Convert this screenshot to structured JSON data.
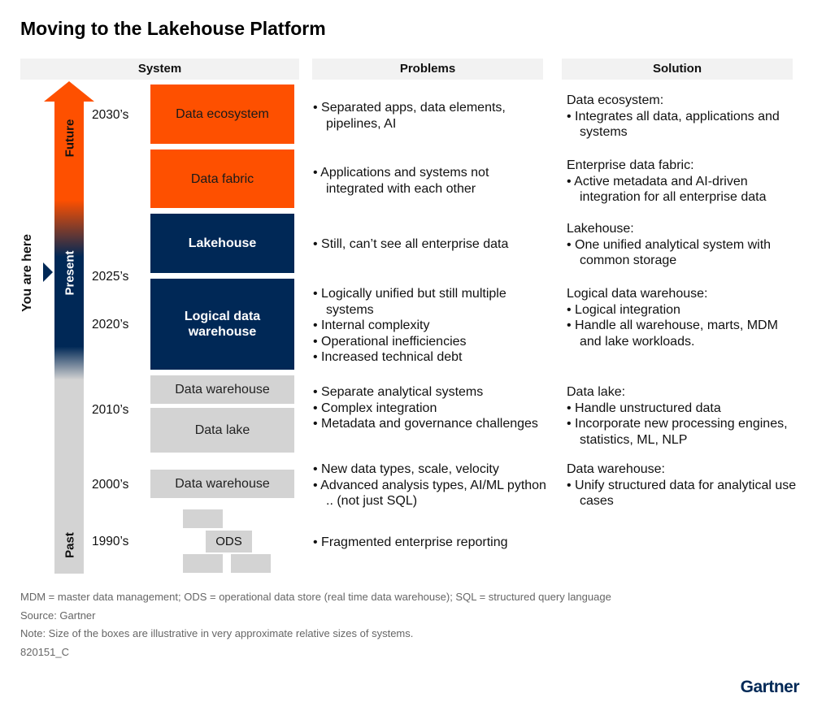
{
  "title": "Moving to the Lakehouse Platform",
  "headers": {
    "system": "System",
    "problems": "Problems",
    "solution": "Solution"
  },
  "arrow": {
    "future": "Future",
    "present": "Present",
    "past": "Past",
    "you_are_here": "You are here"
  },
  "colors": {
    "orange": "#fe5000",
    "navy": "#002856",
    "gray": "#d3d3d3",
    "header": "#f2f2f2"
  },
  "years": [
    "2030’s",
    "2025’s",
    "2020’s",
    "2010’s",
    "2000’s",
    "1990’s"
  ],
  "systems": [
    "Data ecosystem",
    "Data fabric",
    "Lakehouse",
    "Logical data warehouse",
    "Data warehouse",
    "Data lake",
    "Data warehouse",
    "ODS"
  ],
  "problems": [
    [
      "• Separated apps, data elements, pipelines, AI"
    ],
    [
      "• Applications and systems not integrated with each other"
    ],
    [
      "• Still, can’t see all enterprise data"
    ],
    [
      "• Logically unified but still multiple systems",
      "• Internal complexity",
      "• Operational inefficiencies",
      "• Increased technical debt"
    ],
    [
      "• Separate analytical systems",
      "• Complex integration",
      "• Metadata and governance challenges"
    ],
    [
      "• New data types, scale, velocity",
      "• Advanced analysis types, AI/ML python .. (not just SQL)"
    ],
    [
      "• Fragmented enterprise reporting"
    ]
  ],
  "solutions": [
    {
      "head": "Data ecosystem:",
      "items": [
        "• Integrates all data, applications and systems"
      ]
    },
    {
      "head": "Enterprise data fabric:",
      "items": [
        "• Active metadata and AI-driven integration for all enterprise data"
      ]
    },
    {
      "head": "Lakehouse:",
      "items": [
        "• One unified analytical system with common storage"
      ]
    },
    {
      "head": "Logical data warehouse:",
      "items": [
        "• Logical integration",
        "• Handle all warehouse, marts, MDM and lake workloads."
      ]
    },
    {
      "head": "Data lake:",
      "items": [
        "• Handle unstructured data",
        "• Incorporate new processing engines, statistics, ML, NLP"
      ]
    },
    {
      "head": "Data warehouse:",
      "items": [
        "• Unify structured data for analytical use cases"
      ]
    }
  ],
  "notes": [
    "MDM = master data management; ODS = operational data store (real time data warehouse); SQL = structured query language",
    "Source: Gartner",
    "Note: Size of the boxes are illustrative in very approximate relative sizes of systems.",
    "820151_C"
  ],
  "logo": "Gartner"
}
